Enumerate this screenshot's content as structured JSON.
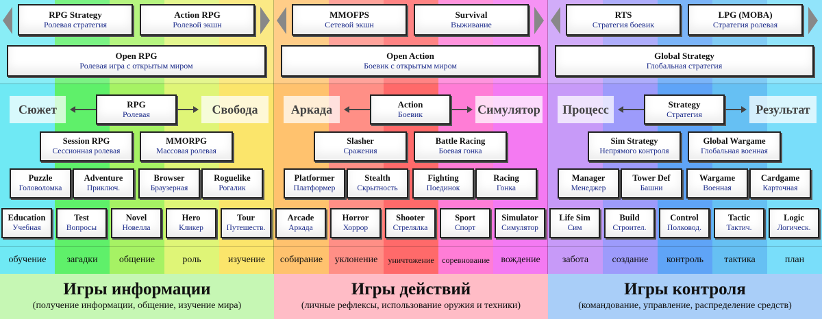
{
  "colors": {
    "columns": [
      "#6fe9f4",
      "#5ff06a",
      "#a6f264",
      "#dff577",
      "#fbe56b",
      "#ffc26e",
      "#ff8f86",
      "#ff6a6a",
      "#ff7dd6",
      "#f47af2",
      "#c79af8",
      "#9d9bfb",
      "#5fa4f7",
      "#66c0f3",
      "#79defa"
    ],
    "footers": [
      "#c6f7b4",
      "#ffbcc6",
      "#a9cef8"
    ]
  },
  "panels": [
    {
      "top_row": [
        {
          "en": "RPG Strategy",
          "ru": "Ролевая стратегия"
        },
        {
          "en": "Action RPG",
          "ru": "Ролевой экшн"
        }
      ],
      "wide": {
        "en": "Open RPG",
        "ru": "Ролевая игра с открытым миром"
      },
      "center": {
        "en": "RPG",
        "ru": "Ролевая"
      },
      "left_label": "Сюжет",
      "right_label": "Свобода",
      "row2": [
        {
          "en": "Session RPG",
          "ru": "Сессионная ролевая"
        },
        {
          "en": "MMORPG",
          "ru": "Массовая ролевая"
        }
      ],
      "row3": [
        {
          "en": "Puzzle",
          "ru": "Головоломка"
        },
        {
          "en": "Adventure",
          "ru": "Приключ."
        },
        {
          "en": "Browser",
          "ru": "Браузерная"
        },
        {
          "en": "Roguelike",
          "ru": "Рогалик"
        }
      ],
      "row4": [
        {
          "en": "Education",
          "ru": "Учебная"
        },
        {
          "en": "Test",
          "ru": "Вопросы"
        },
        {
          "en": "Novel",
          "ru": "Новелла"
        },
        {
          "en": "Hero",
          "ru": "Кликер"
        },
        {
          "en": "Tour",
          "ru": "Путешеств."
        }
      ],
      "words": [
        "обучение",
        "загадки",
        "общение",
        "роль",
        "изучение"
      ],
      "footer_title": "Игры информации",
      "footer_sub": "(получение информации, общение, изучение мира)"
    },
    {
      "top_row": [
        {
          "en": "MMOFPS",
          "ru": "Сетевой экшн"
        },
        {
          "en": "Survival",
          "ru": "Выживание"
        }
      ],
      "wide": {
        "en": "Open Action",
        "ru": "Боевик с открытым миром"
      },
      "center": {
        "en": "Action",
        "ru": "Боевик"
      },
      "left_label": "Аркада",
      "right_label": "Симулятор",
      "row2": [
        {
          "en": "Slasher",
          "ru": "Сражения"
        },
        {
          "en": "Battle Racing",
          "ru": "Боевая гонка"
        }
      ],
      "row3": [
        {
          "en": "Platformer",
          "ru": "Платформер"
        },
        {
          "en": "Stealth",
          "ru": "Скрытность"
        },
        {
          "en": "Fighting",
          "ru": "Поединок"
        },
        {
          "en": "Racing",
          "ru": "Гонка"
        }
      ],
      "row4": [
        {
          "en": "Arcade",
          "ru": "Аркада"
        },
        {
          "en": "Horror",
          "ru": "Хоррор"
        },
        {
          "en": "Shooter",
          "ru": "Стрелялка"
        },
        {
          "en": "Sport",
          "ru": "Спорт"
        },
        {
          "en": "Simulator",
          "ru": "Симулятор"
        }
      ],
      "words": [
        "собирание",
        "уклонение",
        "уничтожение",
        "соревнование",
        "вождение"
      ],
      "footer_title": "Игры действий",
      "footer_sub": "(личные рефлексы, использование оружия и техники)"
    },
    {
      "top_row": [
        {
          "en": "RTS",
          "ru": "Стратегия боевик"
        },
        {
          "en": "LPG (MOBA)",
          "ru": "Стратегия ролевая"
        }
      ],
      "wide": {
        "en": "Global Strategy",
        "ru": "Глобальная стратегия"
      },
      "center": {
        "en": "Strategy",
        "ru": "Стратегия"
      },
      "left_label": "Процесс",
      "right_label": "Результат",
      "row2": [
        {
          "en": "Sim Strategy",
          "ru": "Непрямого контроля"
        },
        {
          "en": "Global Wargame",
          "ru": "Глобальная военная"
        }
      ],
      "row3": [
        {
          "en": "Manager",
          "ru": "Менеджер"
        },
        {
          "en": "Tower Def",
          "ru": "Башни"
        },
        {
          "en": "Wargame",
          "ru": "Военная"
        },
        {
          "en": "Cardgame",
          "ru": "Карточная"
        }
      ],
      "row4": [
        {
          "en": "Life Sim",
          "ru": "Сим"
        },
        {
          "en": "Build",
          "ru": "Строител."
        },
        {
          "en": "Control",
          "ru": "Полковод."
        },
        {
          "en": "Tactic",
          "ru": "Тактич."
        },
        {
          "en": "Logic",
          "ru": "Логическ."
        }
      ],
      "words": [
        "забота",
        "создание",
        "контроль",
        "тактика",
        "план"
      ],
      "footer_title": "Игры контроля",
      "footer_sub": "(командование, управление, распределение средств)"
    }
  ]
}
